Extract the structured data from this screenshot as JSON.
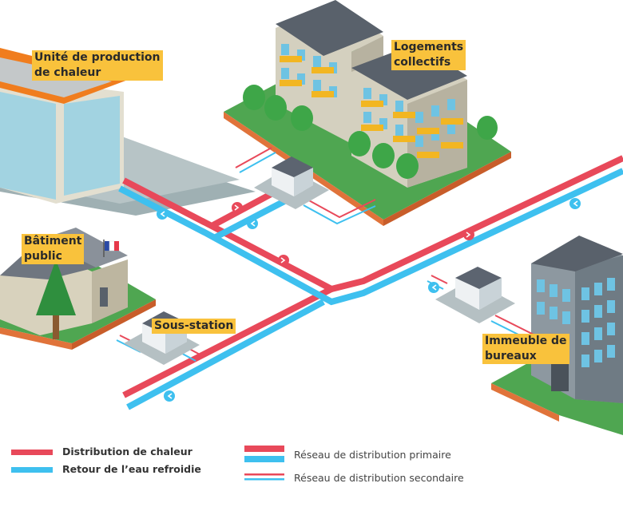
{
  "labels": {
    "production": [
      "Unité de production",
      "de chaleur"
    ],
    "logements": [
      "Logements",
      "collectifs"
    ],
    "batiment": [
      "Bâtiment",
      "public"
    ],
    "sous_station": "Sous-station",
    "immeuble": [
      "Immeuble de",
      "bureaux"
    ]
  },
  "legend": {
    "distribution": "Distribution de chaleur",
    "retour": "Retour de l’eau refroidie",
    "primaire": "Réseau de distribution primaire",
    "secondaire": "Réseau de distribution secondaire"
  },
  "colors": {
    "hot": "#e8495a",
    "cold": "#3ec0ef",
    "label_bg": "#f9c23c",
    "grass": "#4fa651",
    "soil": "#e0733a"
  },
  "icons": {
    "flag": "french-flag-icon",
    "arrow_hot": "arrow-right-icon",
    "arrow_cold": "arrow-left-icon"
  }
}
